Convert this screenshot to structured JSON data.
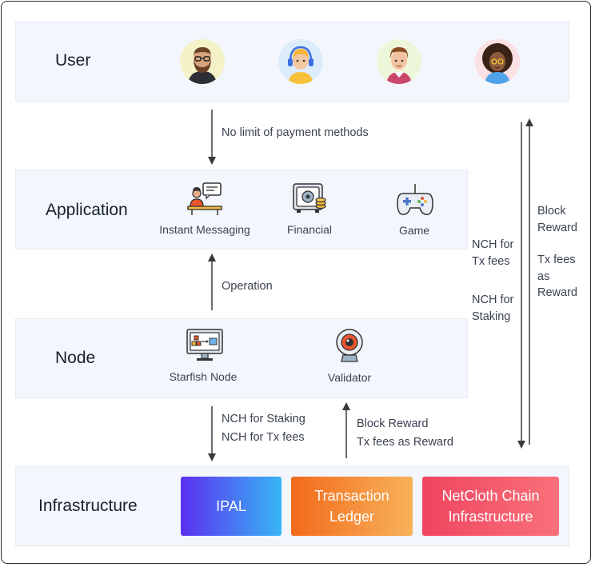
{
  "layers": {
    "user": {
      "title": "User",
      "avatars": [
        "bearded-man-avatar",
        "headset-woman-avatar",
        "young-man-avatar",
        "curly-hair-woman-avatar"
      ]
    },
    "application": {
      "title": "Application",
      "items": [
        {
          "label": "Instant Messaging",
          "icon": "chat-desk-icon"
        },
        {
          "label": "Financial",
          "icon": "safe-coins-icon"
        },
        {
          "label": "Game",
          "icon": "gamepad-icon"
        }
      ]
    },
    "node": {
      "title": "Node",
      "items": [
        {
          "label": "Starfish Node",
          "icon": "monitor-node-icon"
        },
        {
          "label": "Validator",
          "icon": "webcam-icon"
        }
      ]
    },
    "infrastructure": {
      "title": "Infrastructure",
      "boxes": [
        {
          "label": "IPAL",
          "colors": [
            "#5b2ff0",
            "#38b6f5"
          ]
        },
        {
          "label": "Transaction\nLedger",
          "colors": [
            "#f26a1b",
            "#f8b25a"
          ]
        },
        {
          "label": "NetCloth Chain\nInfrastructure",
          "colors": [
            "#f0455f",
            "#f9707a"
          ]
        }
      ]
    }
  },
  "flows": {
    "user_to_app": "No limit of payment methods",
    "node_to_app": "Operation",
    "node_to_infra": "NCH for Staking\nNCH for Tx fees",
    "infra_to_node": "Block Reward\nTx fees as Reward",
    "side_left_1": "NCH for\nTx fees",
    "side_left_2": "NCH for\nStaking",
    "side_right_1": "Block\nReward",
    "side_right_2": "Tx fees\nas\nReward"
  },
  "colors": {
    "band": "#f3f6fc",
    "arrow": "#3a3a3a",
    "text": "#1f2a37"
  }
}
